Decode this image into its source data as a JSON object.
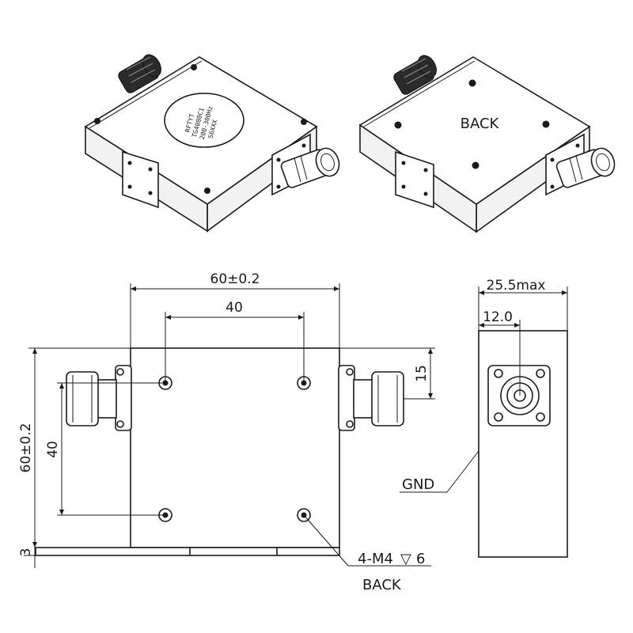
{
  "iso_views": {
    "front_label_lines": [
      "RFTYT",
      "TG4080C1",
      "200-300Hz",
      "S6XXX"
    ],
    "back_label": "BACK"
  },
  "top_view": {
    "dim_width": "60±0.2",
    "dim_hole_span_x": "40",
    "dim_height": "60±0.2",
    "dim_hole_span_y": "40",
    "dim_port_offset": "15",
    "dim_base": "3",
    "hole_note": "4-M4",
    "hole_depth": "6",
    "hole_note_sub": "BACK"
  },
  "side_view": {
    "dim_depth": "25.5max",
    "dim_port_offset": "12.0",
    "gnd_label": "GND"
  }
}
